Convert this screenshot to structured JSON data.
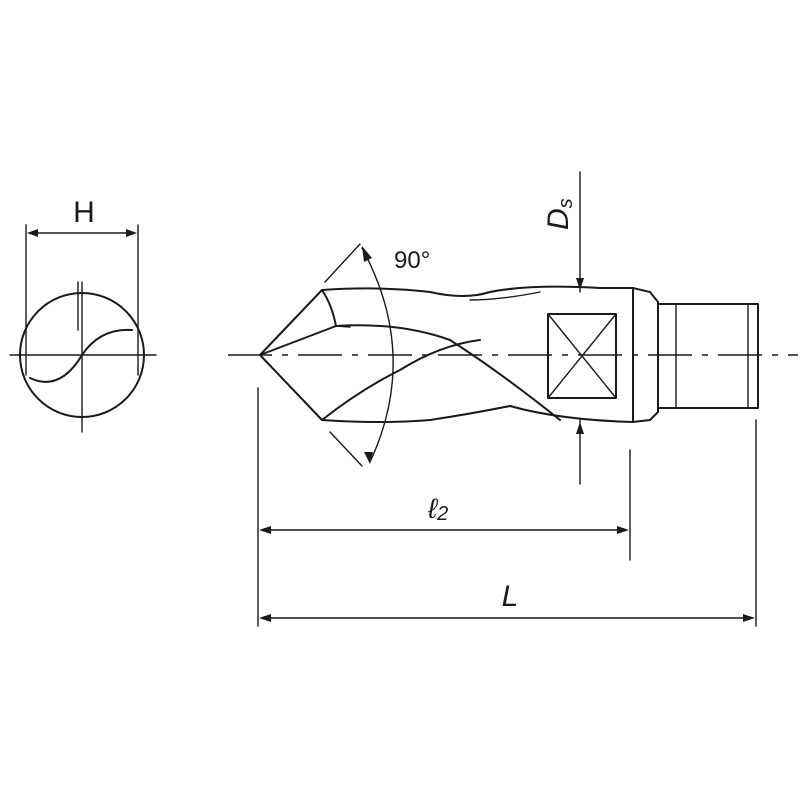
{
  "labels": {
    "width": "H",
    "angle": "90°",
    "shank_diameter": "Ds",
    "shank_diameter_main": "D",
    "shank_diameter_sub": "s",
    "length_2": "ℓ2",
    "length_2_main": "ℓ",
    "length_2_sub": "2",
    "overall_length": "L"
  }
}
